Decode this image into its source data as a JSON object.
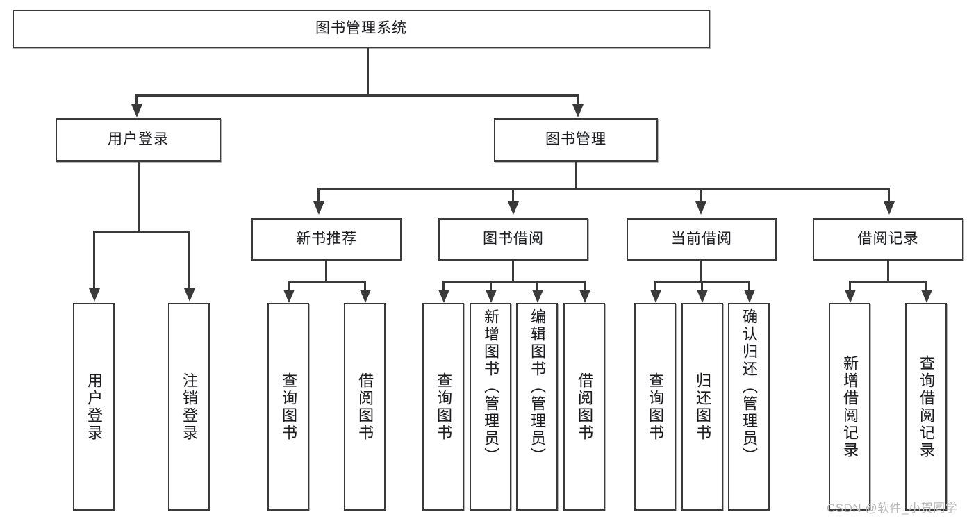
{
  "diagram": {
    "type": "tree-hierarchy",
    "title": "图书管理系统",
    "orientation": "top-down",
    "colors": {
      "box_border": "#3a3a3a",
      "box_fill": "#ffffff",
      "connector": "#3a3a3a",
      "text": "#1c1c1c",
      "watermark": "#b9b9b9"
    }
  },
  "root": {
    "label": "图书管理系统"
  },
  "level2": [
    {
      "id": "user-login",
      "label": "用户登录"
    },
    {
      "id": "book-management",
      "label": "图书管理"
    }
  ],
  "level3": [
    {
      "id": "new-book-recommend",
      "label": "新书推荐",
      "parent": "book-management"
    },
    {
      "id": "book-borrow",
      "label": "图书借阅",
      "parent": "book-management"
    },
    {
      "id": "current-borrow",
      "label": "当前借阅",
      "parent": "book-management"
    },
    {
      "id": "borrow-record",
      "label": "借阅记录",
      "parent": "book-management"
    }
  ],
  "leaves": {
    "user_login": [
      {
        "id": "leaf-user-login",
        "label": "用户登录"
      },
      {
        "id": "leaf-user-logout",
        "label": "注销登录"
      }
    ],
    "new_book_recommend": [
      {
        "id": "leaf-query-book-1",
        "label": "查询图书"
      },
      {
        "id": "leaf-borrow-book-1",
        "label": "借阅图书"
      }
    ],
    "book_borrow": [
      {
        "id": "leaf-query-book-2",
        "label": "查询图书"
      },
      {
        "id": "leaf-add-book",
        "label": "新增图书（管理员）"
      },
      {
        "id": "leaf-edit-book",
        "label": "编辑图书（管理员）"
      },
      {
        "id": "leaf-borrow-book-2",
        "label": "借阅图书"
      }
    ],
    "current_borrow": [
      {
        "id": "leaf-query-book-3",
        "label": "查询图书"
      },
      {
        "id": "leaf-return-book",
        "label": "归还图书"
      },
      {
        "id": "leaf-confirm-return",
        "label": "确认归还（管理员）"
      }
    ],
    "borrow_record": [
      {
        "id": "leaf-add-record",
        "label": "新增借阅记录"
      },
      {
        "id": "leaf-query-record",
        "label": "查询借阅记录"
      }
    ]
  },
  "watermark": {
    "text": "CSDN @软件_小贺同学"
  }
}
